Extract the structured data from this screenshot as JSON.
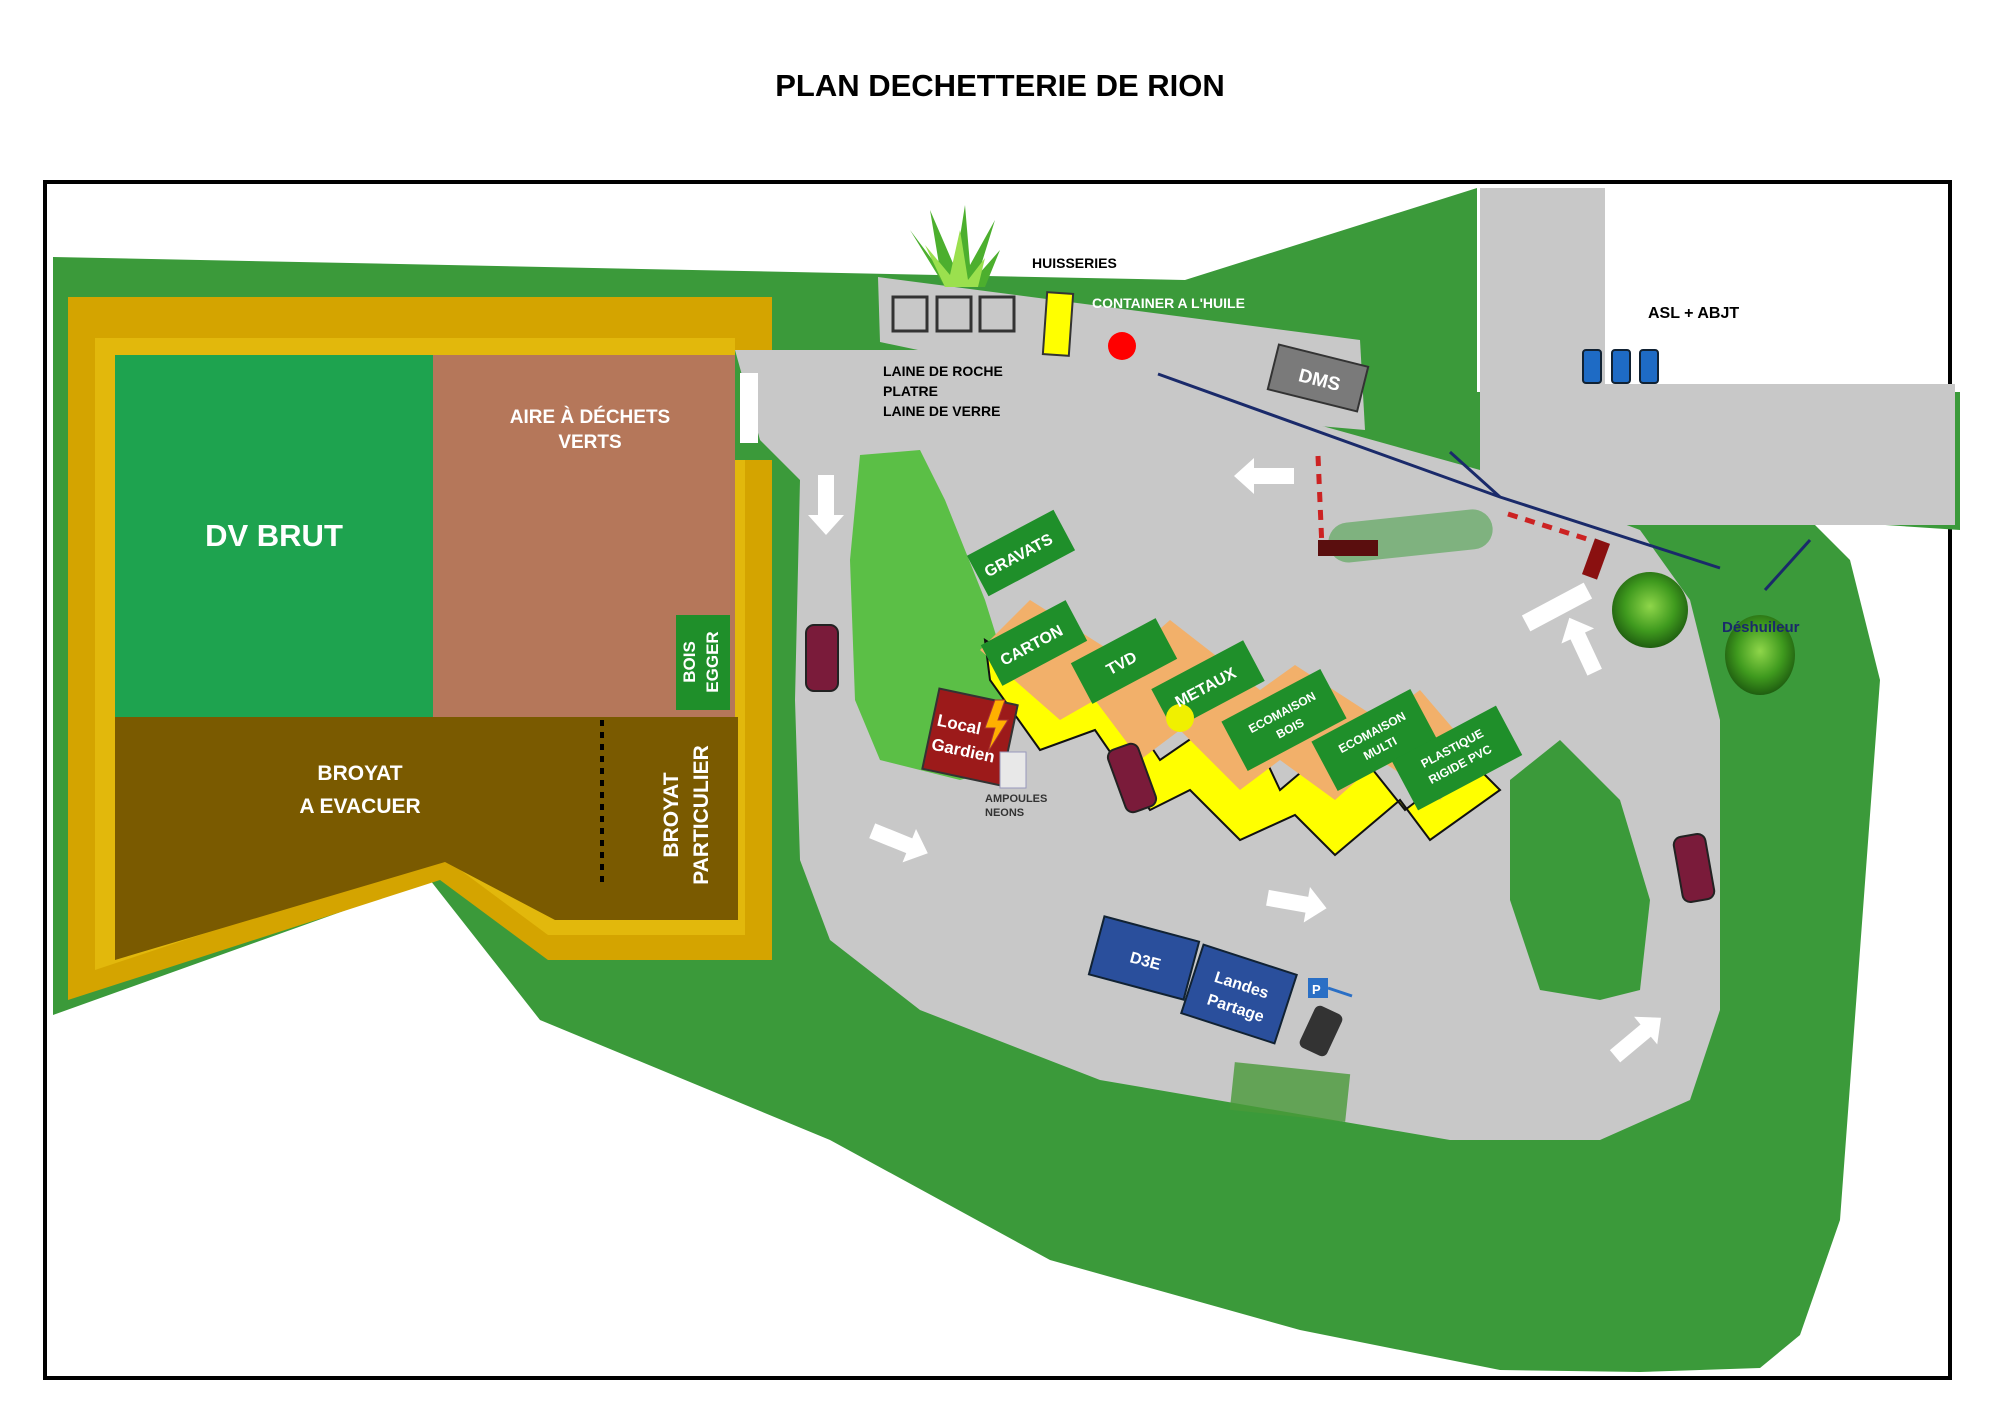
{
  "title": "PLAN DECHETTERIE DE RION",
  "zones": {
    "dv_brut": "DV BRUT",
    "aire_dechets_verts_1": "AIRE À DÉCHETS",
    "aire_dechets_verts_2": "VERTS",
    "broyat_evacuer_1": "BROYAT",
    "broyat_evacuer_2": "A EVACUER",
    "broyat_particulier_1": "BROYAT",
    "broyat_particulier_2": "PARTICULIER",
    "bois_egger_1": "BOIS",
    "bois_egger_2": "EGGER"
  },
  "top_area": {
    "huisseries": "HUISSERIES",
    "container_huile": "CONTAINER A L'HUILE",
    "laine_roche": "LAINE DE ROCHE",
    "platre": "PLATRE",
    "laine_verre": "LAINE DE VERRE",
    "dms": "DMS",
    "asl_abjt": "ASL + ABJT",
    "deshuileur": "Déshuileur"
  },
  "bins": {
    "gravats": "GRAVATS",
    "carton": "CARTON",
    "tvd": "TVD",
    "metaux": "METAUX",
    "ecomaison_bois_1": "ECOMAISON",
    "ecomaison_bois_2": "BOIS",
    "ecomaison_multi_1": "ECOMAISON",
    "ecomaison_multi_2": "MULTI",
    "plastique_1": "PLASTIQUE",
    "plastique_2": "RIGIDE PVC"
  },
  "local": {
    "local_1": "Local",
    "local_2": "Gardien",
    "ampoules": "AMPOULES",
    "neons": "NEONS"
  },
  "bottom": {
    "d3e": "D3E",
    "landes_1": "Landes",
    "landes_2": "Partage",
    "parking_sign": "P"
  },
  "colors": {
    "grass": "#3b9a3a",
    "road": "#c8c8c8",
    "dv_brut": "#1ea34f",
    "aire_verts": "#b5775a",
    "broyat": "#7a5a00",
    "border_gold": "#d4a400",
    "bin_green": "#1f8f2a",
    "bin_yellow": "#ffff00",
    "local_red": "#9c1a1a",
    "d3e_blue": "#2a4f9c",
    "navy_line": "#1a2a6a"
  }
}
